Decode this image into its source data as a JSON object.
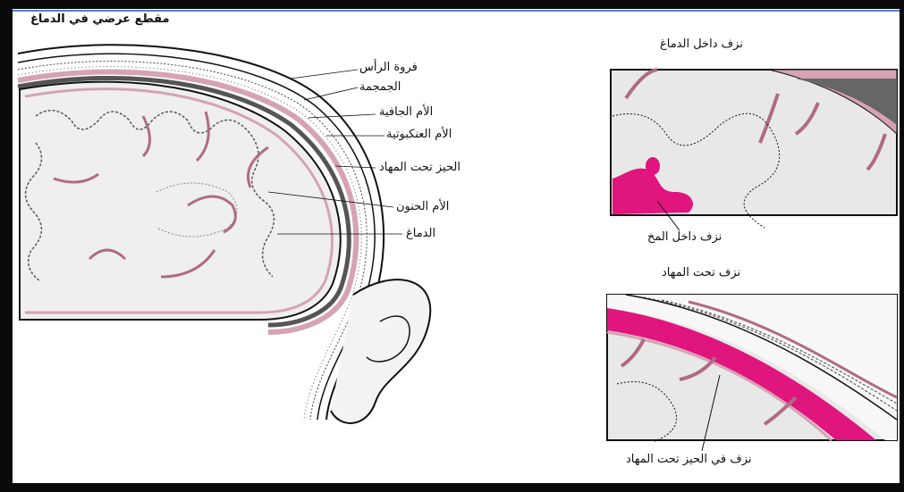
{
  "diagram": {
    "main_title": "مقطع عرضي في الدماغ",
    "labels": {
      "scalp": "فروة الرأس",
      "skull": "الجمجمة",
      "dura": "الأم الجافية",
      "arachnoid": "الأم العنكبوتية",
      "subdural_space": "الحيز تحت المهاد",
      "pia": "الأم الحنون",
      "brain": "الدماغ"
    },
    "panel_top": {
      "title": "نزف داخل الدماغ",
      "caption": "نزف داخل المخ"
    },
    "panel_bottom": {
      "title": "نزف تحت المهاد",
      "caption": "نزف في الحيز تحت المهاد"
    },
    "colors": {
      "frame": "#0a0a0a",
      "accent_blue": "#4f7fd0",
      "hemorrhage": "#e0157d",
      "meninges_pink": "#d5a3b3",
      "tissue": "#e8e8e8"
    }
  }
}
